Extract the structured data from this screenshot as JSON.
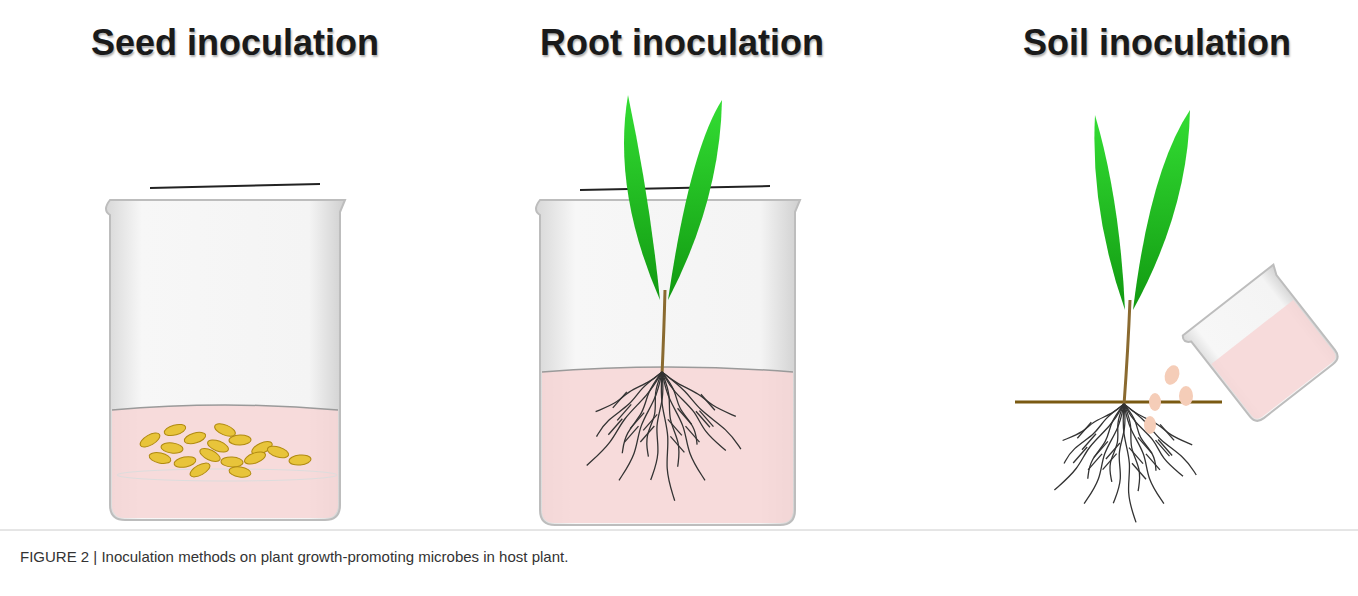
{
  "diagram": {
    "caption": "FIGURE 2 | Inoculation methods on plant growth-promoting microbes in host plant.",
    "labels": [
      "Seed inoculation",
      "Root inoculation",
      "Soil inoculation"
    ]
  }
}
